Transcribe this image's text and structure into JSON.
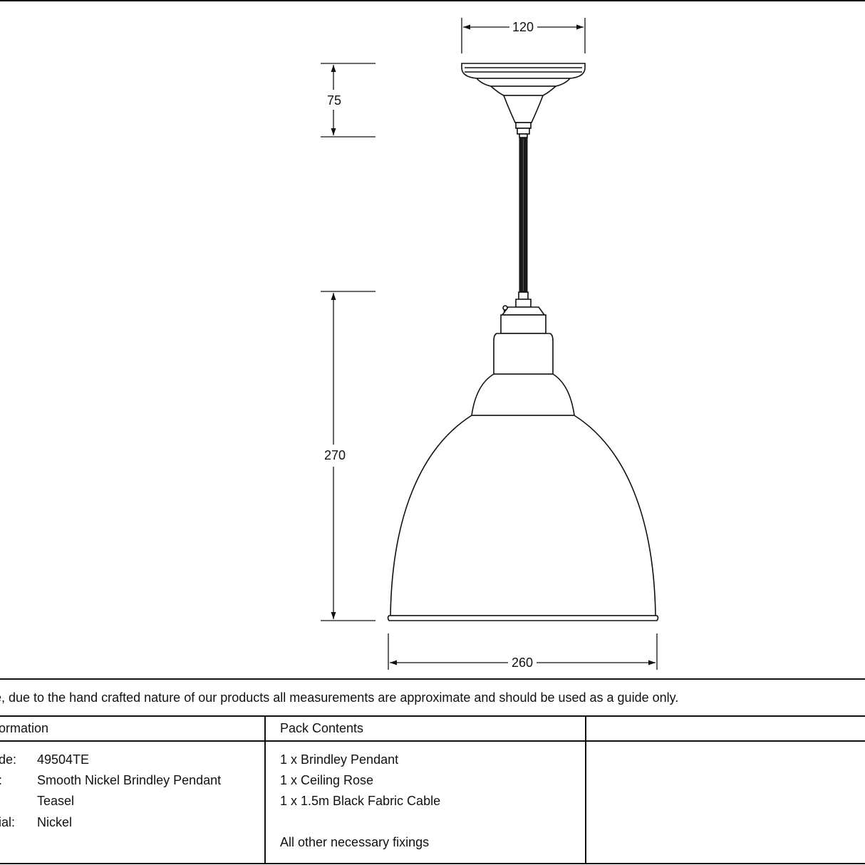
{
  "dimensions": {
    "rose_width": "120",
    "rose_height": "75",
    "shade_height": "270",
    "shade_width": "260"
  },
  "note": "e, due to the hand crafted nature of our products all measurements are approximate and should be used as a guide only.",
  "table": {
    "headers": [
      "ormation",
      "Pack Contents",
      ""
    ],
    "info_rows": [
      {
        "label": "de:",
        "value": "49504TE"
      },
      {
        "label": ":",
        "value": "Smooth Nickel Brindley Pendant"
      },
      {
        "label": "",
        "value": "Teasel"
      },
      {
        "label": "ial:",
        "value": "Nickel"
      }
    ],
    "pack_items": [
      "1 x Brindley Pendant",
      "1 x Ceiling Rose",
      "1 x 1.5m Black Fabric Cable",
      "",
      "All other necessary fixings"
    ]
  }
}
